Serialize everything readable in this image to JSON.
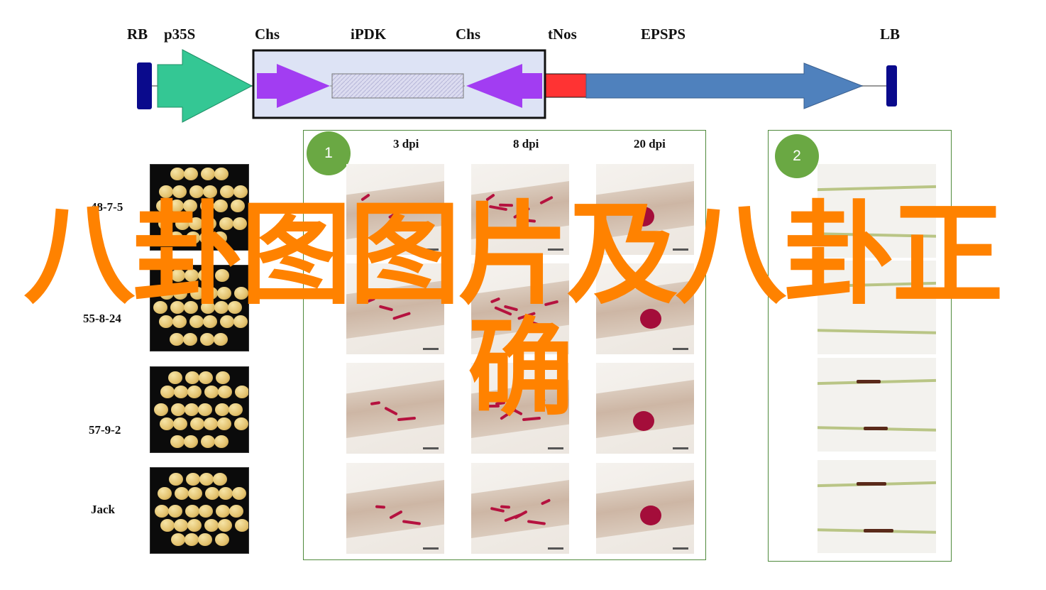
{
  "construct": {
    "labels": {
      "rb": "RB",
      "p35s": "p35S",
      "chs_left": "Chs",
      "ipdk": "iPDK",
      "chs_right": "Chs",
      "tnos": "tNos",
      "epsps": "EPSPS",
      "lb": "LB"
    },
    "colors": {
      "border_ends": "#0a0a8c",
      "promoter": "#34c794",
      "chs": "#a23df2",
      "terminator": "#ff3333",
      "gene": "#4f81bd",
      "box_fill": "#dde3f5"
    }
  },
  "lines": [
    "48-7-5",
    "55-8-24",
    "57-9-2",
    "Jack"
  ],
  "panel1": {
    "badge": "1",
    "dpi": [
      "3 dpi",
      "8 dpi",
      "20 dpi"
    ]
  },
  "panel2": {
    "badge": "2"
  },
  "overlay": {
    "line1": "八卦图图片及八卦正",
    "line2": "确",
    "color": "#ff8200"
  }
}
